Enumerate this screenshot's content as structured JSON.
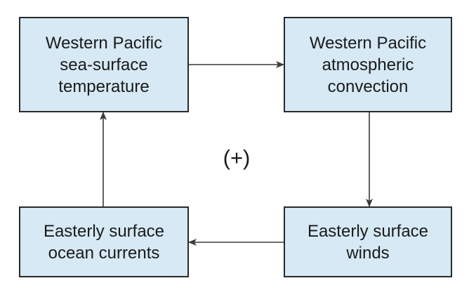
{
  "nodes": {
    "sst": "Western Pacific\nsea-surface\ntemperature",
    "convection": "Western Pacific\natmospheric\nconvection",
    "winds": "Easterly surface\nwinds",
    "currents": "Easterly surface\nocean currents"
  },
  "feedback_sign": "(+)",
  "edges": [
    {
      "from": "sst",
      "to": "convection"
    },
    {
      "from": "convection",
      "to": "winds"
    },
    {
      "from": "winds",
      "to": "currents"
    },
    {
      "from": "currents",
      "to": "sst"
    }
  ],
  "colors": {
    "box_fill": "#d6e9f5",
    "box_border": "#2a2a2a",
    "arrow": "#3a3a3a"
  }
}
